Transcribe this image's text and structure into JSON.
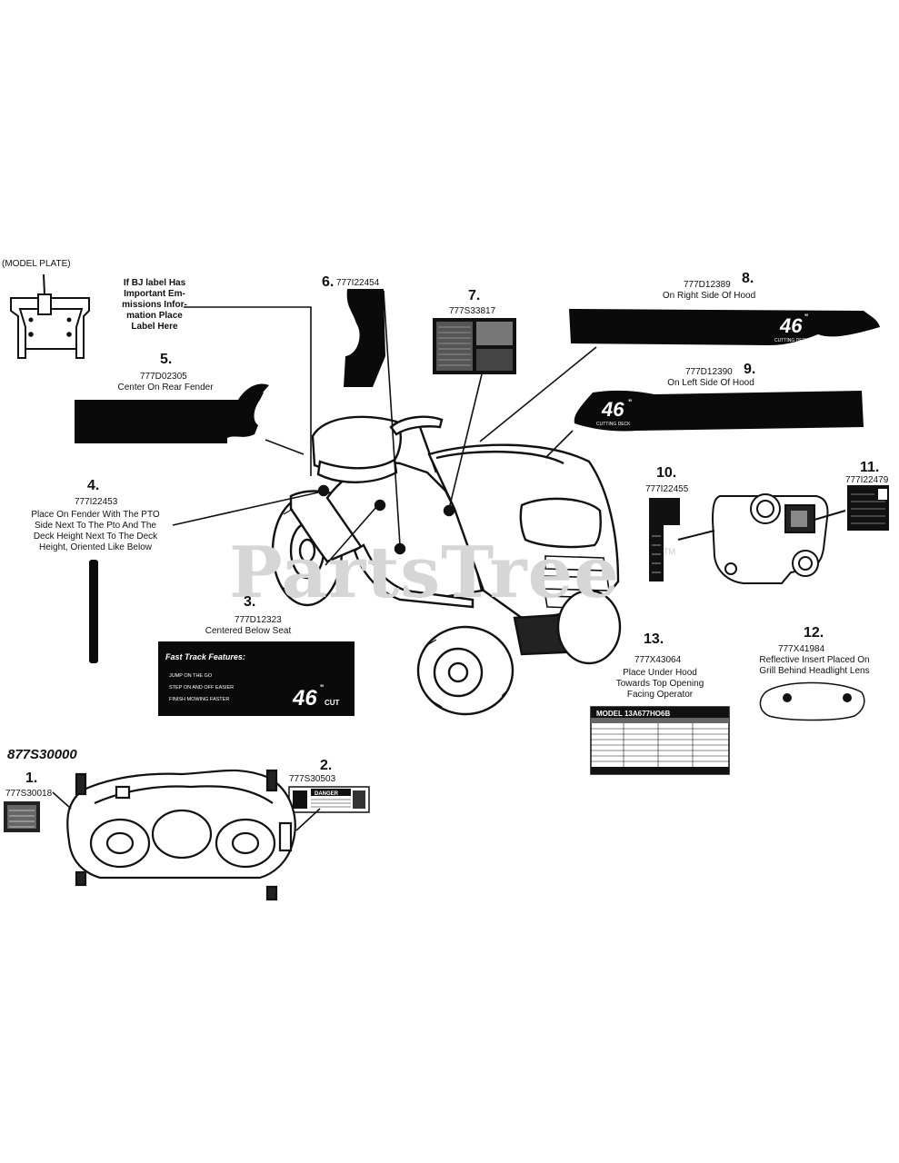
{
  "watermark": "PartsTree",
  "watermark_tm": "TM",
  "deck_code": "877S30000",
  "model_plate": {
    "label": "(MODEL PLATE)"
  },
  "bj_note": [
    "If BJ label Has",
    "Important Em-",
    "missions Infor-",
    "mation Place",
    "Label Here"
  ],
  "items": [
    {
      "num": "1.",
      "part": "777S30018"
    },
    {
      "num": "2.",
      "part": "777S30503"
    },
    {
      "num": "3.",
      "part": "777D12323",
      "desc": [
        "Centered Below Seat"
      ]
    },
    {
      "num": "4.",
      "part": "777I22453",
      "desc": [
        "Place On Fender With The PTO",
        "Side Next To The Pto And The",
        "Deck Height Next To The Deck",
        "Height, Oriented Like Below"
      ]
    },
    {
      "num": "5.",
      "part": "777D02305",
      "desc": [
        "Center On Rear Fender"
      ]
    },
    {
      "num": "6.",
      "part": "777I22454"
    },
    {
      "num": "7.",
      "part": "777S33817"
    },
    {
      "num": "8.",
      "part": "777D12389",
      "desc": [
        "On Right Side Of Hood"
      ]
    },
    {
      "num": "9.",
      "part": "777D12390",
      "desc": [
        "On Left Side Of Hood"
      ]
    },
    {
      "num": "10.",
      "part": "777I22455"
    },
    {
      "num": "11.",
      "part": "777I22479"
    },
    {
      "num": "12.",
      "part": "777X41984",
      "desc": [
        "Reflective Insert Placed On",
        "Grill Behind Headlight Lens"
      ]
    },
    {
      "num": "13.",
      "part": "777X43064",
      "desc": [
        "Place Under Hood",
        "Towards Top Opening",
        "Facing Operator"
      ]
    }
  ],
  "decal_3": {
    "heading": "Fast Track Features:",
    "lines": [
      "JUMP ON THE GO",
      "STEP ON AND OFF EASIER",
      "FINISH MOWING FASTER"
    ],
    "size": "46",
    "unit": "CUT"
  },
  "decal_8": {
    "size": "46",
    "sub": "CUTTING DECK"
  },
  "decal_9": {
    "size": "46",
    "sub": "CUTTING DECK"
  },
  "decal_13": {
    "title": "MODEL 13A677HO6B"
  },
  "decal_2": {
    "title": "DANGER"
  }
}
